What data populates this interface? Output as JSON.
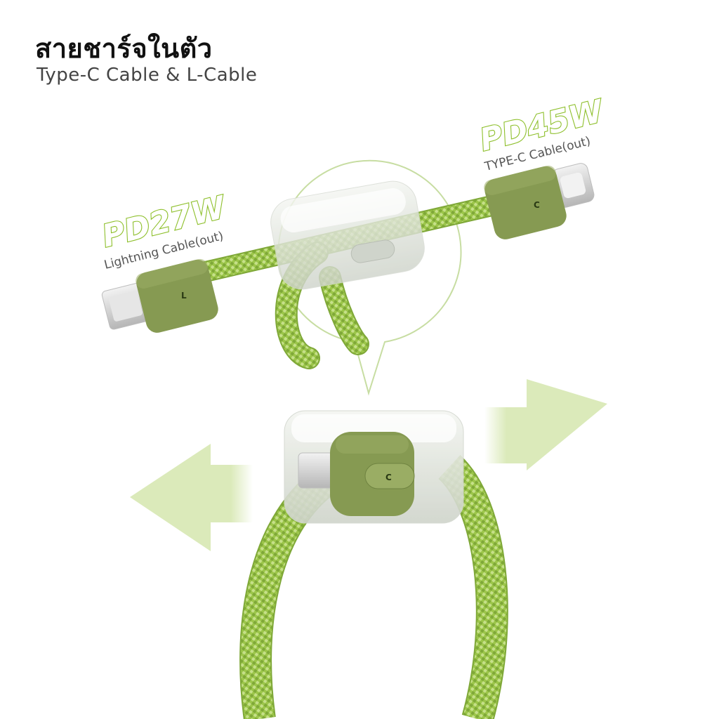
{
  "header": {
    "title": "สายชาร์จในตัว",
    "subtitle": "Type-C Cable & L-Cable"
  },
  "lightning": {
    "power": "PD27W",
    "label": "Lightning Cable(out)",
    "letter": "L"
  },
  "typec": {
    "power": "PD45W",
    "label": "TYPE-C Cable(out)",
    "letter": "C"
  },
  "colors": {
    "cable_green": "#9cc64a",
    "connector_green": "#869a52",
    "arrow_green": "#dbeaba",
    "outline_green": "#c7dda2"
  }
}
